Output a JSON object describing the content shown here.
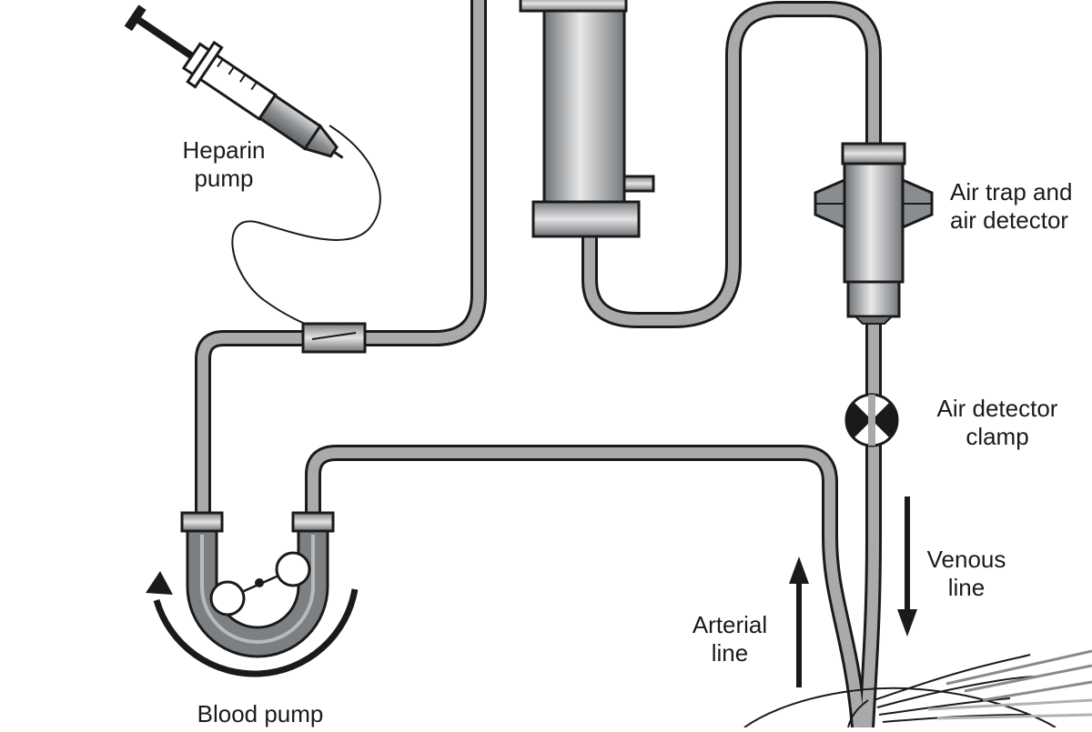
{
  "labels": {
    "heparin_pump": [
      "Heparin",
      "pump"
    ],
    "air_trap": [
      "Air trap and",
      "air detector"
    ],
    "air_clamp": [
      "Air detector",
      "clamp"
    ],
    "venous_line": [
      "Venous",
      "line"
    ],
    "arterial_line": [
      "Arterial",
      "line"
    ],
    "blood_pump": [
      "Blood pump"
    ]
  },
  "colors": {
    "tube": "#a8aaac",
    "outline": "#1a1a1a",
    "metal_dark": "#6d7073",
    "metal_mid": "#a4a7aa",
    "metal_light": "#e8e9ea"
  }
}
